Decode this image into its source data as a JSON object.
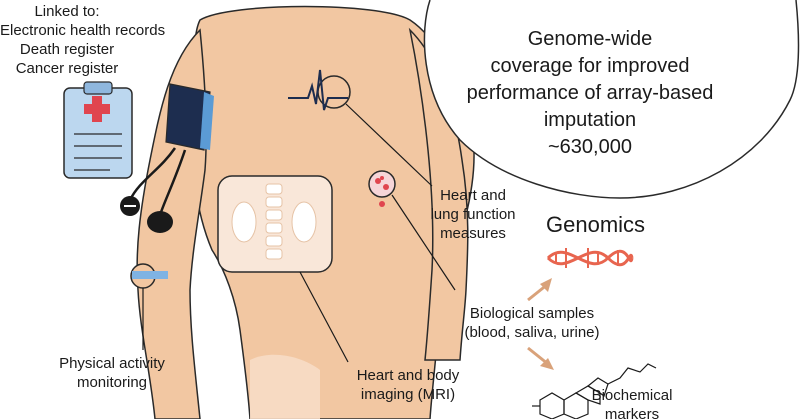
{
  "linked": {
    "heading": "Linked to:",
    "items": [
      "Electronic health records",
      "Death register",
      "Cancer register"
    ]
  },
  "circle": {
    "lines": [
      "Genome-wide",
      "coverage for improved",
      "performance of array-based",
      "imputation",
      "~630,000"
    ]
  },
  "labels": {
    "heart_lung": [
      "Heart and",
      "lung function",
      "measures"
    ],
    "genomics": "Genomics",
    "bio_samples": [
      "Biological samples",
      "(blood, saliva, urine)"
    ],
    "physical": [
      "Physical activity",
      "monitoring"
    ],
    "imaging": [
      "Heart and body",
      "imaging (MRI)"
    ],
    "biochem": [
      "Biochemical",
      "markers"
    ]
  },
  "colors": {
    "skin": "#f2c7a2",
    "skin_shade": "#e9b48b",
    "outline": "#2a2a2a",
    "cuff": "#1d2d4f",
    "cuff_light": "#5b9bd5",
    "clipboard": "#bcd7ef",
    "cross": "#e0454f",
    "dna": "#e8654f",
    "arrow": "#d9a27a"
  },
  "icons": [
    "clipboard-icon",
    "blood-pressure-cuff-icon",
    "ecg-icon",
    "cells-icon",
    "dna-icon",
    "molecule-icon",
    "wristband-icon"
  ]
}
